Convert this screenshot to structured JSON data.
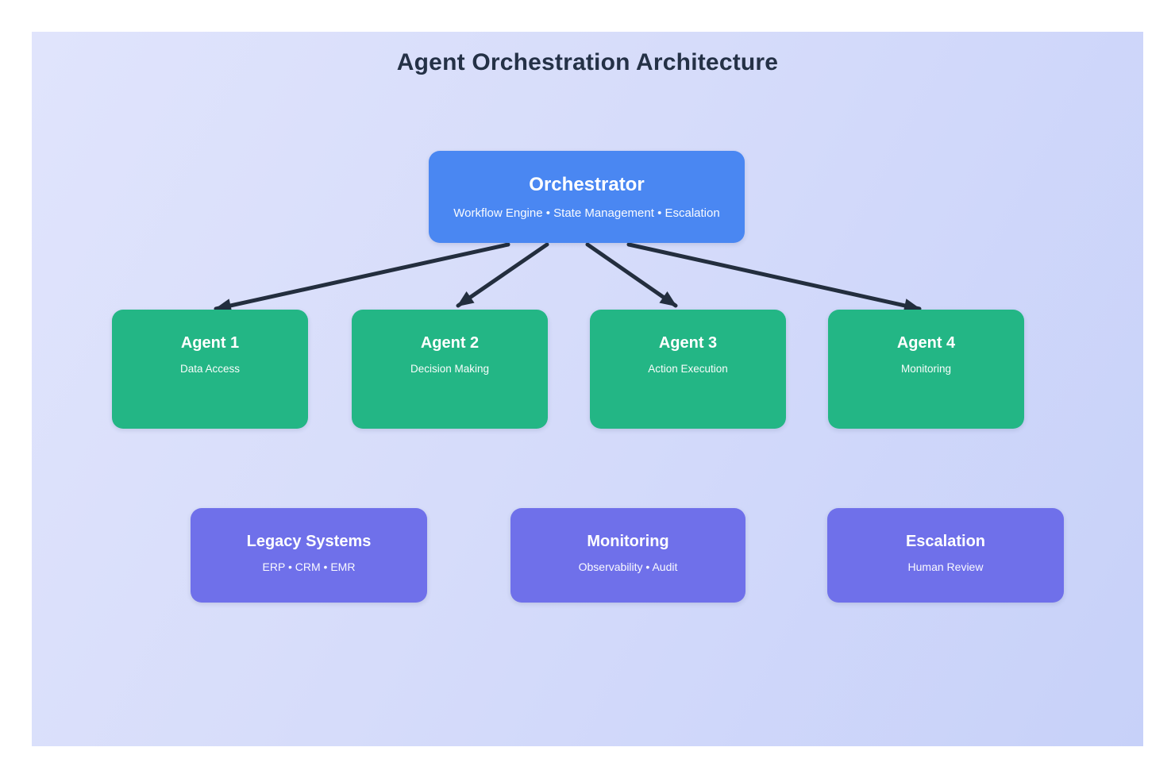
{
  "title": "Agent Orchestration Architecture",
  "orchestrator": {
    "title": "Orchestrator",
    "subtitle": "Workflow Engine • State Management • Escalation"
  },
  "agents": [
    {
      "title": "Agent 1",
      "subtitle": "Data Access"
    },
    {
      "title": "Agent 2",
      "subtitle": "Decision Making"
    },
    {
      "title": "Agent 3",
      "subtitle": "Action Execution"
    },
    {
      "title": "Agent 4",
      "subtitle": "Monitoring"
    }
  ],
  "systems": [
    {
      "title": "Legacy Systems",
      "subtitle": "ERP • CRM • EMR"
    },
    {
      "title": "Monitoring",
      "subtitle": "Observability • Audit"
    },
    {
      "title": "Escalation",
      "subtitle": "Human Review"
    }
  ],
  "edges": [
    {
      "from": "Orchestrator",
      "to": "Agent 1"
    },
    {
      "from": "Orchestrator",
      "to": "Agent 2"
    },
    {
      "from": "Orchestrator",
      "to": "Agent 3"
    },
    {
      "from": "Orchestrator",
      "to": "Agent 4"
    }
  ],
  "colors": {
    "canvas_gradient_start": "#e0e4fc",
    "canvas_gradient_end": "#c7d1f9",
    "orchestrator_blue": "#4a87f2",
    "agent_green": "#23b685",
    "system_purple": "#6f70ea",
    "arrow_dark": "#232e3e",
    "title_text": "#243146"
  }
}
